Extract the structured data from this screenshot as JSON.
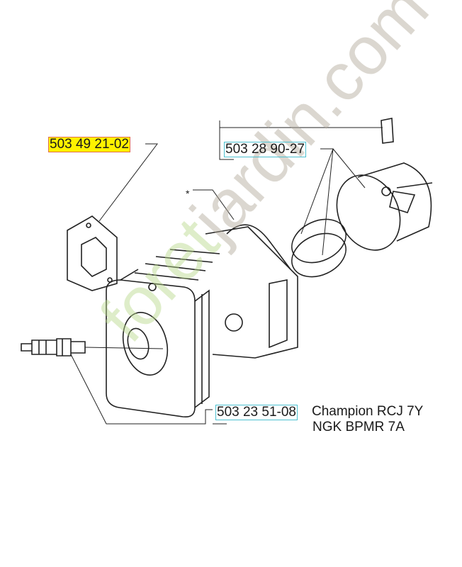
{
  "labels": {
    "gasket": "503 49 21-02",
    "piston_rings": "503 28 90-27",
    "spark_plug": "503 23 51-08",
    "spark_plug_champion": "Champion RCJ 7Y",
    "spark_plug_ngk": "NGK BPMR 7A",
    "cylinder_marker": "*"
  },
  "watermark": {
    "part1": "foret",
    "part2": "jardin",
    "part3": ".com"
  },
  "colors": {
    "highlight": "#fff200",
    "highlight_border": "#e0704a",
    "box_border": "#4cc0d0",
    "watermark_green": "#b8d88a",
    "watermark_gray": "#b0a898"
  }
}
